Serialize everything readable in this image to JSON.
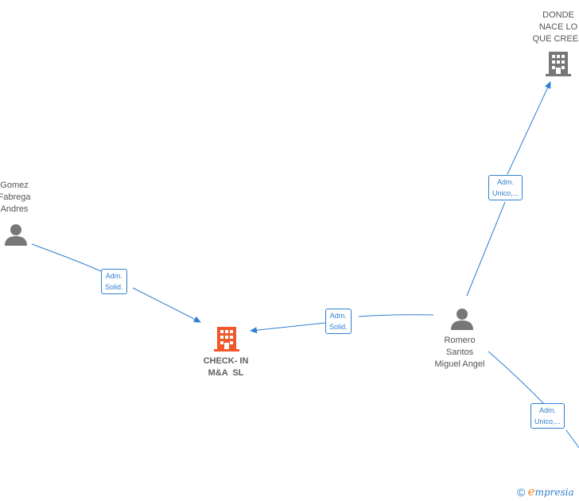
{
  "nodes": {
    "donde_nace": {
      "lines": [
        "DONDE",
        "NACE LO",
        "QUE CREES"
      ],
      "icon": "building-icon",
      "color": "#777777"
    },
    "gomez": {
      "lines": [
        "Gomez",
        "Fabrega",
        "Andres"
      ],
      "icon": "person-icon",
      "color": "#777777"
    },
    "check_in": {
      "lines": [
        "CHECK- IN",
        "M&A  SL"
      ],
      "icon": "building-icon",
      "color": "#f0582a"
    },
    "romero": {
      "lines": [
        "Romero",
        "Santos",
        "Miguel Angel"
      ],
      "icon": "person-icon",
      "color": "#777777"
    }
  },
  "edges": {
    "romero_donde": {
      "lines": [
        "Adm.",
        "Unico,..."
      ]
    },
    "gomez_check": {
      "lines": [
        "Adm.",
        "Solid."
      ]
    },
    "romero_check": {
      "lines": [
        "Adm.",
        "Solid."
      ]
    },
    "romero_offscreen": {
      "lines": [
        "Adm.",
        "Unico,..."
      ]
    }
  },
  "colors": {
    "edge": "#2f7fd1",
    "brand_accent": "#f08a24"
  },
  "brand": {
    "copyright": "©",
    "e": "e",
    "rest": "mpresia"
  }
}
